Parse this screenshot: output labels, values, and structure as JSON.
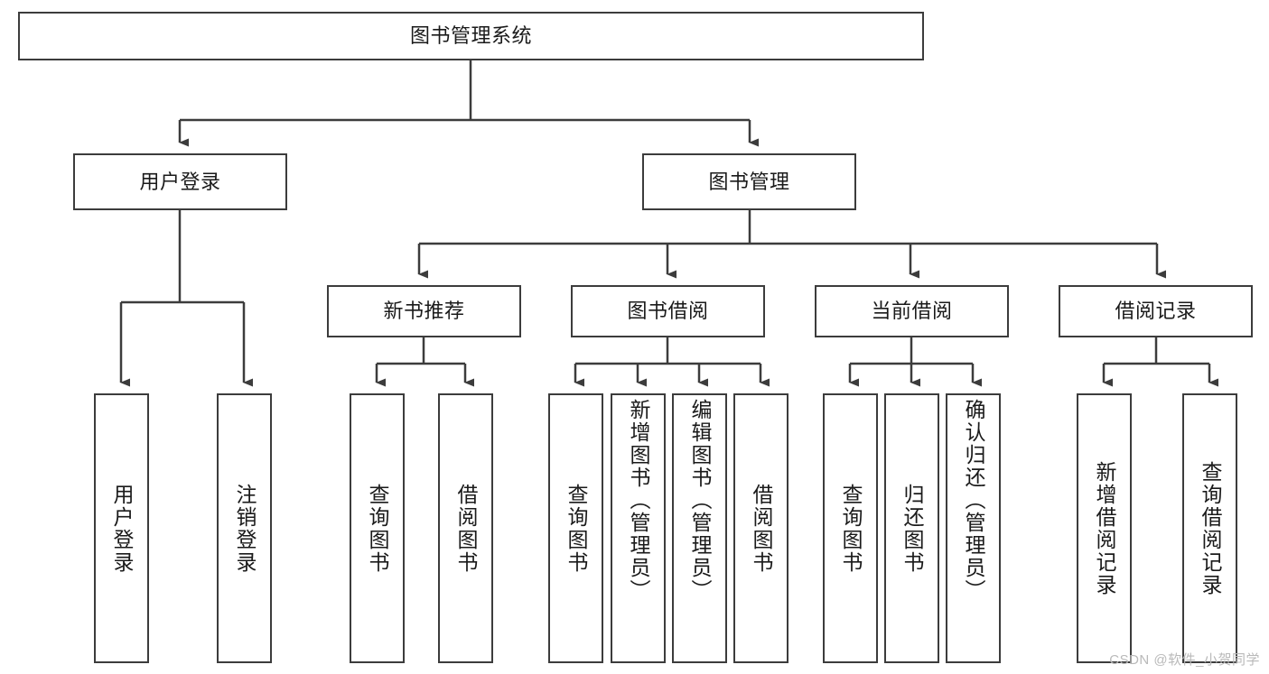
{
  "diagram": {
    "title": "图书管理系统",
    "type": "tree-hierarchy",
    "root": {
      "label": "图书管理系统"
    },
    "level2": [
      {
        "label": "用户登录"
      },
      {
        "label": "图书管理"
      }
    ],
    "level3": [
      {
        "label": "新书推荐"
      },
      {
        "label": "图书借阅"
      },
      {
        "label": "当前借阅"
      },
      {
        "label": "借阅记录"
      }
    ],
    "leaves": {
      "user_login": [
        {
          "label": "用户登录"
        },
        {
          "label": "注销登录"
        }
      ],
      "new_book_recommend": [
        {
          "label": "查询图书"
        },
        {
          "label": "借阅图书"
        }
      ],
      "book_borrow": [
        {
          "label": "查询图书"
        },
        {
          "label": "新增图书（管理员）"
        },
        {
          "label": "编辑图书（管理员）"
        },
        {
          "label": "借阅图书"
        }
      ],
      "current_borrow": [
        {
          "label": "查询图书"
        },
        {
          "label": "归还图书"
        },
        {
          "label": "确认归还（管理员）"
        }
      ],
      "borrow_records": [
        {
          "label": "新增借阅记录"
        },
        {
          "label": "查询借阅记录"
        }
      ]
    }
  },
  "watermark": {
    "text": "CSDN @软件_小贺同学"
  },
  "colors": {
    "stroke": "#3c3c3c",
    "background": "#ffffff",
    "text": "#1a1a1a",
    "watermark": "#b9b9b9"
  }
}
